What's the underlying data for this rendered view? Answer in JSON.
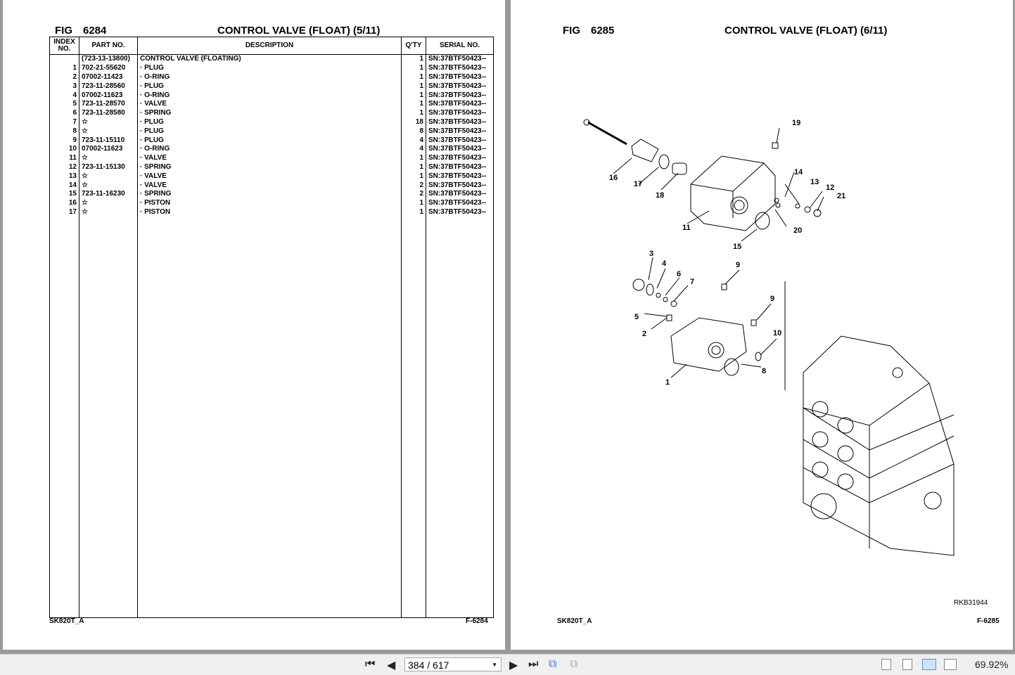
{
  "left_page": {
    "fig_label": "FIG",
    "fig_number": "6284",
    "title": "CONTROL VALVE (FLOAT) (5/11)",
    "columns": [
      "INDEX NO.",
      "PART NO.",
      "DESCRIPTION",
      "Q'TY",
      "SERIAL NO."
    ],
    "rows": [
      {
        "index": "",
        "part": "(723-13-13800)",
        "desc": "CONTROL VALVE (FLOATING)",
        "qty": "1",
        "serial": "SN:37BTF50423--"
      },
      {
        "index": "1",
        "part": "702-21-55620",
        "desc": "· PLUG",
        "qty": "1",
        "serial": "SN:37BTF50423--"
      },
      {
        "index": "2",
        "part": "07002-11423",
        "desc": "· O-RING",
        "qty": "1",
        "serial": "SN:37BTF50423--"
      },
      {
        "index": "3",
        "part": "723-11-28560",
        "desc": "· PLUG",
        "qty": "1",
        "serial": "SN:37BTF50423--"
      },
      {
        "index": "4",
        "part": "07002-11623",
        "desc": "· O-RING",
        "qty": "1",
        "serial": "SN:37BTF50423--"
      },
      {
        "index": "5",
        "part": "723-11-28570",
        "desc": "· VALVE",
        "qty": "1",
        "serial": "SN:37BTF50423--"
      },
      {
        "index": "6",
        "part": "723-11-28580",
        "desc": "· SPRING",
        "qty": "1",
        "serial": "SN:37BTF50423--"
      },
      {
        "index": "7",
        "part": "☆",
        "desc": "· PLUG",
        "qty": "18",
        "serial": "SN:37BTF50423--"
      },
      {
        "index": "8",
        "part": "☆",
        "desc": "· PLUG",
        "qty": "8",
        "serial": "SN:37BTF50423--"
      },
      {
        "index": "9",
        "part": "723-11-15110",
        "desc": "· PLUG",
        "qty": "4",
        "serial": "SN:37BTF50423--"
      },
      {
        "index": "10",
        "part": "07002-11623",
        "desc": "· O-RING",
        "qty": "4",
        "serial": "SN:37BTF50423--"
      },
      {
        "index": "11",
        "part": "☆",
        "desc": "· VALVE",
        "qty": "1",
        "serial": "SN:37BTF50423--"
      },
      {
        "index": "12",
        "part": "723-11-15130",
        "desc": "· SPRING",
        "qty": "1",
        "serial": "SN:37BTF50423--"
      },
      {
        "index": "13",
        "part": "☆",
        "desc": "· VALVE",
        "qty": "1",
        "serial": "SN:37BTF50423--"
      },
      {
        "index": "14",
        "part": "☆",
        "desc": "· VALVE",
        "qty": "2",
        "serial": "SN:37BTF50423--"
      },
      {
        "index": "15",
        "part": "723-11-16230",
        "desc": "· SPRING",
        "qty": "2",
        "serial": "SN:37BTF50423--"
      },
      {
        "index": "16",
        "part": "☆",
        "desc": "· PISTON",
        "qty": "1",
        "serial": "SN:37BTF50423--"
      },
      {
        "index": "17",
        "part": "☆",
        "desc": "· PISTON",
        "qty": "1",
        "serial": "SN:37BTF50423--"
      }
    ],
    "footer_left": "SK820T_A",
    "footer_right": "F-6284"
  },
  "right_page": {
    "fig_label": "FIG",
    "fig_number": "6285",
    "title": "CONTROL VALVE (FLOAT) (6/11)",
    "callouts": [
      "19",
      "16",
      "17",
      "18",
      "14",
      "13",
      "12",
      "21",
      "11",
      "20",
      "15",
      "3",
      "4",
      "6",
      "7",
      "9",
      "9",
      "5",
      "2",
      "10",
      "8",
      "1"
    ],
    "drawing_code": "RKB31944",
    "footer_left": "SK820T_A",
    "footer_right": "F-6285"
  },
  "toolbar": {
    "page_indicator": "384 / 617",
    "zoom": "69.92%",
    "icons": [
      "first-page-icon",
      "prev-page-icon",
      "next-page-icon",
      "last-page-icon",
      "previous-view-icon",
      "next-view-icon",
      "single-page-icon",
      "continuous-icon",
      "facing-icon",
      "continuous-facing-icon"
    ]
  }
}
